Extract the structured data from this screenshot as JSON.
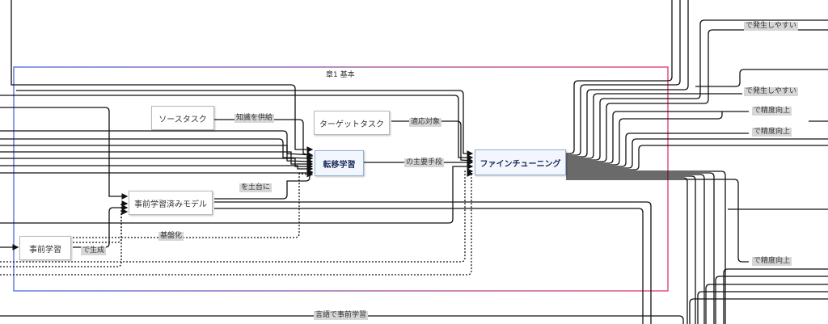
{
  "group": {
    "title": "章1 基本"
  },
  "nodes": {
    "source_task": "ソースタスク",
    "target_task": "ターゲットタスク",
    "transfer_learning": "転移学習",
    "fine_tuning": "ファインチューニング",
    "pretrained_model": "事前学習済みモデル",
    "pretraining": "事前学習"
  },
  "edge_labels": {
    "provides_knowledge": "知識を供給",
    "adaptation_target": "適応対象",
    "main_method": "の主要手段",
    "as_foundation": "を土台に",
    "generated_by": "で生成",
    "foundation": "基盤化",
    "prone_1": "で発生しやすい",
    "prone_2": "で発生しやすい",
    "accuracy_1": "で精度向上",
    "accuracy_2": "で精度向上",
    "accuracy_3": "で精度向上",
    "language_pretraining": "言語で事前学習"
  },
  "colors": {
    "group_border_left": "#3b5bdb",
    "group_border_right": "#e0245e",
    "edge": "#111111",
    "label_bg": "#d6d6d6"
  }
}
